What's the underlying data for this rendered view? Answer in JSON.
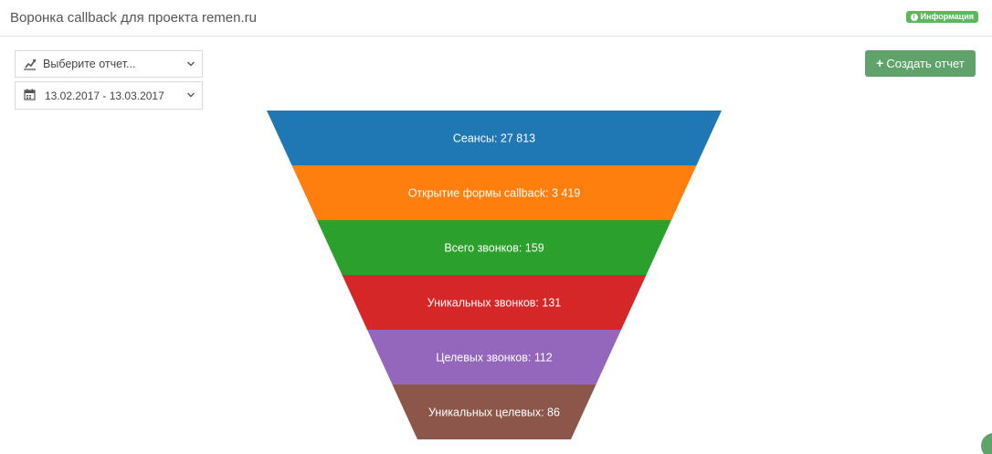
{
  "header": {
    "title": "Воронка callback для проекта remen.ru",
    "info_badge": "Информация"
  },
  "controls": {
    "report_select": "Выберите отчет...",
    "date_range": "13.02.2017 - 13.03.2017",
    "create_button": "Создать отчет"
  },
  "icons": {
    "report_select": "chart-line-icon",
    "date_range": "calendar-icon",
    "create_button": "plus-icon",
    "info_badge": "info-circle-icon"
  },
  "colors": {
    "badge": "#5cb85c",
    "button": "#5fa36a"
  },
  "funnel": [
    {
      "label": "Сеансы: 27 813",
      "color": "#1f77b4"
    },
    {
      "label": "Открытие формы callback: 3 419",
      "color": "#ff7f0e"
    },
    {
      "label": "Всего звонков: 159",
      "color": "#2ca02c"
    },
    {
      "label": "Уникальных звонков: 131",
      "color": "#d62728"
    },
    {
      "label": "Целевых звонков: 112",
      "color": "#9467bd"
    },
    {
      "label": "Уникальных целевых: 86",
      "color": "#8c564b"
    }
  ]
}
